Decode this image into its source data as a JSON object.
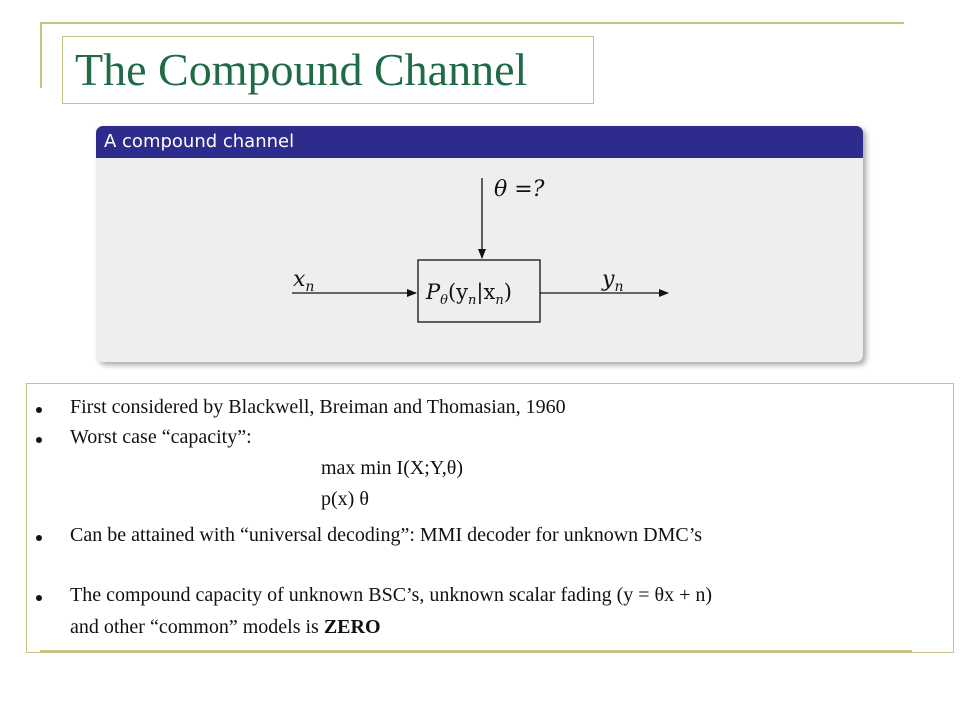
{
  "slide": {
    "title": "The Compound Channel",
    "accent_color": "#1f6b46",
    "frame_color": "#c9c38a"
  },
  "block": {
    "header": "A compound channel",
    "header_color": "#2d2b8c",
    "diagram": {
      "theta_label": "θ =?",
      "input_label": "x",
      "input_sub": "n",
      "output_label": "y",
      "output_sub": "n",
      "box_label_main": "P",
      "box_label_sub": "θ",
      "box_label_args": "(y",
      "box_label_args_sub": "n",
      "box_label_bar": "|x",
      "box_label_bar_sub": "n",
      "box_label_close": ")"
    }
  },
  "bullets": [
    {
      "text": "First considered by Blackwell, Breiman and Thomasian, 1960"
    },
    {
      "text": "Worst case “capacity”:"
    },
    {
      "text": "max min I(X;Y,θ)"
    },
    {
      "text": "p(x)   θ"
    },
    {
      "text": "Can be attained with “universal decoding”: MMI decoder for unknown DMC’s"
    },
    {
      "text": "The compound capacity of unknown BSC’s, unknown scalar fading (y = θx + n)"
    },
    {
      "text_plain": "and other “common” models is ",
      "text_bold": "ZERO"
    }
  ]
}
